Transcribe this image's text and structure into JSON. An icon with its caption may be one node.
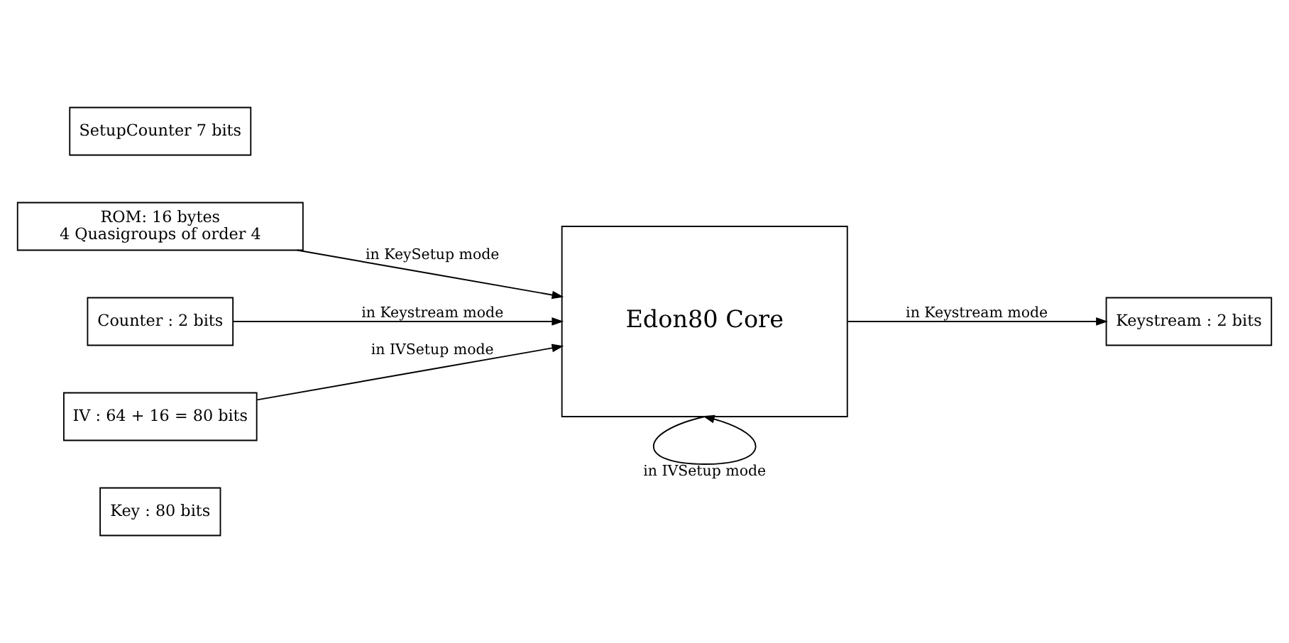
{
  "diagram": {
    "nodes": [
      {
        "text": [
          "Key : 80 bits"
        ]
      },
      {
        "text": [
          "ROM: 16 bytes",
          "4 Quasigroups of order 4"
        ]
      },
      {
        "text": [
          "Counter : 2 bits"
        ]
      },
      {
        "text": [
          "IV : 64 + 16 = 80 bits"
        ]
      },
      {
        "text": [
          "SetupCounter 7 bits"
        ]
      },
      {
        "text": [
          "Edon80 Core"
        ]
      },
      {
        "text": [
          "Keystream : 2 bits"
        ]
      }
    ],
    "edges": [
      {
        "from": 1,
        "to": 5,
        "arrow": "to",
        "label": "in KeySetup mode"
      },
      {
        "from": 2,
        "to": 5,
        "arrow": "to",
        "label": "in Keystream mode"
      },
      {
        "from": 3,
        "to": 5,
        "arrow": "to",
        "label": "in IVSetup mode"
      },
      {
        "from": 5,
        "to": 6,
        "arrow": "to",
        "label": "in Keystream mode"
      },
      {
        "from": 5,
        "to": 5,
        "arrow": "to",
        "label": "in IVSetup mode"
      }
    ]
  }
}
